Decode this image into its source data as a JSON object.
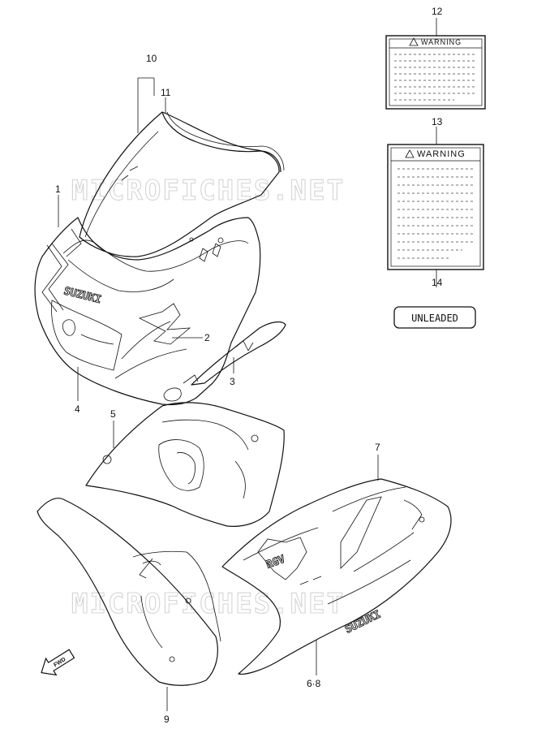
{
  "watermark": "MICROFICHES.NET",
  "callouts": {
    "c1": "1",
    "c2": "2",
    "c3": "3",
    "c4": "4",
    "c5": "5",
    "c6_8": "6·8",
    "c7": "7",
    "c9": "9",
    "c10": "10",
    "c11": "11",
    "c12": "12",
    "c13": "13",
    "c14": "14"
  },
  "labels": {
    "warning_small": "WARNING",
    "warning_large": "WARNING",
    "unleaded": "UNLEADED",
    "brand_upper": "SUZUKI",
    "brand_lower": "SUZUKI",
    "model_logo": "RGV",
    "fwd": "FWD"
  }
}
